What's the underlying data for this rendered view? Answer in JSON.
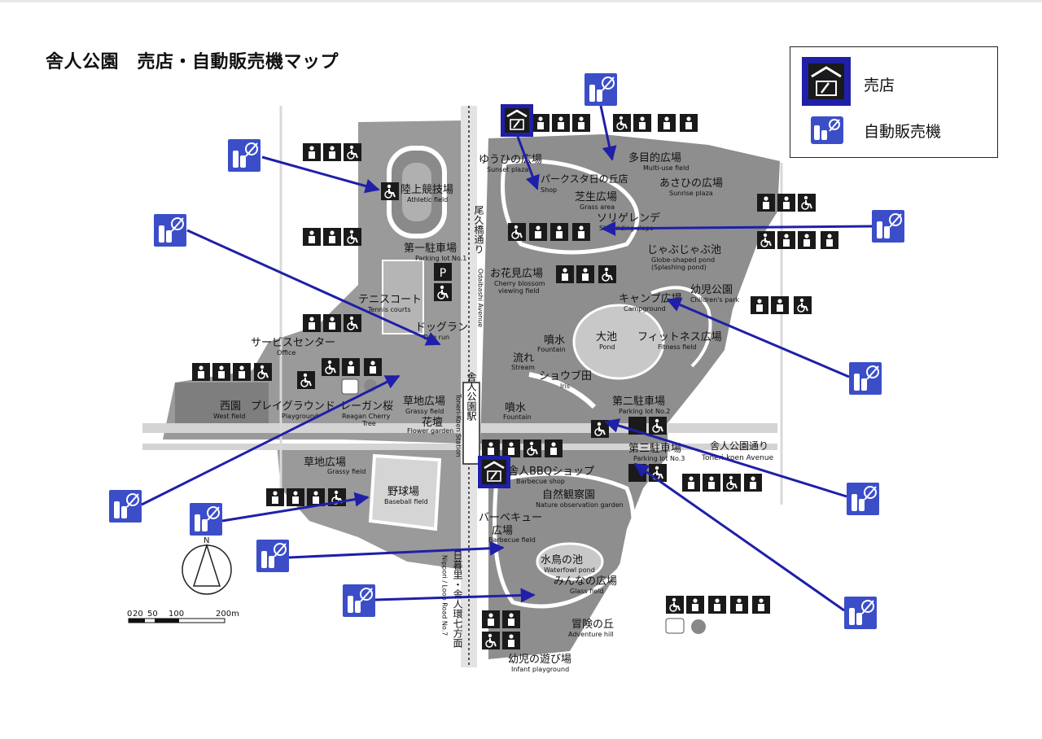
{
  "title": "舎人公園　売店・自動販売機マップ",
  "legend": {
    "shop": "売店",
    "vending": "自動販売機"
  },
  "colors": {
    "accent": "#1f1fa8",
    "vending_bg": "#3b4ec8",
    "park": "#8e8e8e",
    "path": "#ffffff"
  },
  "icons": [
    "shop-icon",
    "vending-machine-icon",
    "restroom-icon",
    "baby-change-icon",
    "wheelchair-icon",
    "toilet-icon",
    "aed-icon",
    "info-icon"
  ],
  "places": {
    "athletic_jp": "陸上競技場",
    "athletic_en": "Athletic field",
    "sunset_jp": "ゆうひの広場",
    "sunset_en": "Sunset plaza",
    "parkstar_jp": "パークスタ日の丘店",
    "parkstar_en": "Shop",
    "multi_jp": "多目的広場",
    "multi_en": "Multi-use field",
    "sunrise_jp": "あさひの広場",
    "sunrise_en": "Sunrise plaza",
    "grass_jp": "芝生広場",
    "grass_en": "Grass area",
    "sori_jp": "ソリゲレンデ",
    "sori_en": "Sled-riding slope",
    "parking1_jp": "第一駐車場",
    "parking1_en": "Parking lot No.1",
    "jabu_jp": "じゃぶじゃぶ池",
    "jabu_en1": "Globe-shaped pond",
    "jabu_en2": "(Splashing pond)",
    "hanami_jp": "お花見広場",
    "hanami_en1": "Cherry blossom",
    "hanami_en2": "viewing field",
    "children_jp": "幼児公園",
    "children_en": "Children's park",
    "camp_jp": "キャンプ広場",
    "camp_en": "Campground",
    "tennis_jp": "テニスコート",
    "tennis_en": "Tennis courts",
    "dog_jp": "ドッグラン",
    "dog_en": "Dog run",
    "service_jp": "サービスセンター",
    "service_en": "Office",
    "fountain_jp": "噴水",
    "fountain_en": "Fountain",
    "pond_jp": "大池",
    "pond_en": "Pond",
    "fitness_jp": "フィットネス広場",
    "fitness_en": "Fitness field",
    "stream_jp": "流れ",
    "stream_en": "Stream",
    "iris_jp": "ショウブ田",
    "iris_en": "Iris",
    "west_jp": "西園",
    "west_en": "West field",
    "play_jp": "プレイグラウンド",
    "play_en": "Playground",
    "reagan_jp": "レーガン桜",
    "reagan_en1": "Reagan Cherry",
    "reagan_en2": "Tree",
    "grassy_jp": "草地広場",
    "grassy_en": "Grassy field",
    "flower_jp": "花壇",
    "flower_en": "Flower garden",
    "fountain2_jp": "噴水",
    "fountain2_en": "Fountain",
    "parking2_jp": "第二駐車場",
    "parking2_en": "Parking lot No.2",
    "parking3_jp": "第三駐車場",
    "parking3_en": "Parking lot No.3",
    "avenue_jp": "舎人公園通り",
    "avenue_en": "Toneri-koen Avenue",
    "bbqshop_jp": "舎人BBQショップ",
    "bbqshop_en": "Barbecue shop",
    "nature_jp": "自然観察園",
    "nature_en": "Nature observation garden",
    "grassy2_jp": "草地広場",
    "grassy2_en": "Grassy field",
    "baseball_jp": "野球場",
    "baseball_en": "Baseball field",
    "bbq_jp1": "バーベキュー",
    "bbq_jp2": "広場",
    "bbq_en": "Barbecue field",
    "waterfowl_jp": "水鳥の池",
    "waterfowl_en": "Waterfowl pond",
    "minna_jp": "みんなの広場",
    "minna_en": "Glass field",
    "adventure_jp": "冒険の丘",
    "adventure_en": "Adventure hill",
    "infant_jp": "幼児の遊び場",
    "infant_en": "Infant playground",
    "station_jp": "舎人公園駅",
    "station_en": "Toneri-Koen Station",
    "odai_jp": "尾久橋通り",
    "odai_en": "Odaibashi Avenue",
    "loop_jp": "日暮里・舎人環七方面",
    "loop_en": "Nippori / Loop Road No.7"
  },
  "compass": {
    "north": "N"
  },
  "scale": {
    "ticks": [
      "0",
      "20",
      "50",
      "100",
      "200m"
    ]
  },
  "signs": {
    "parking": "P"
  }
}
